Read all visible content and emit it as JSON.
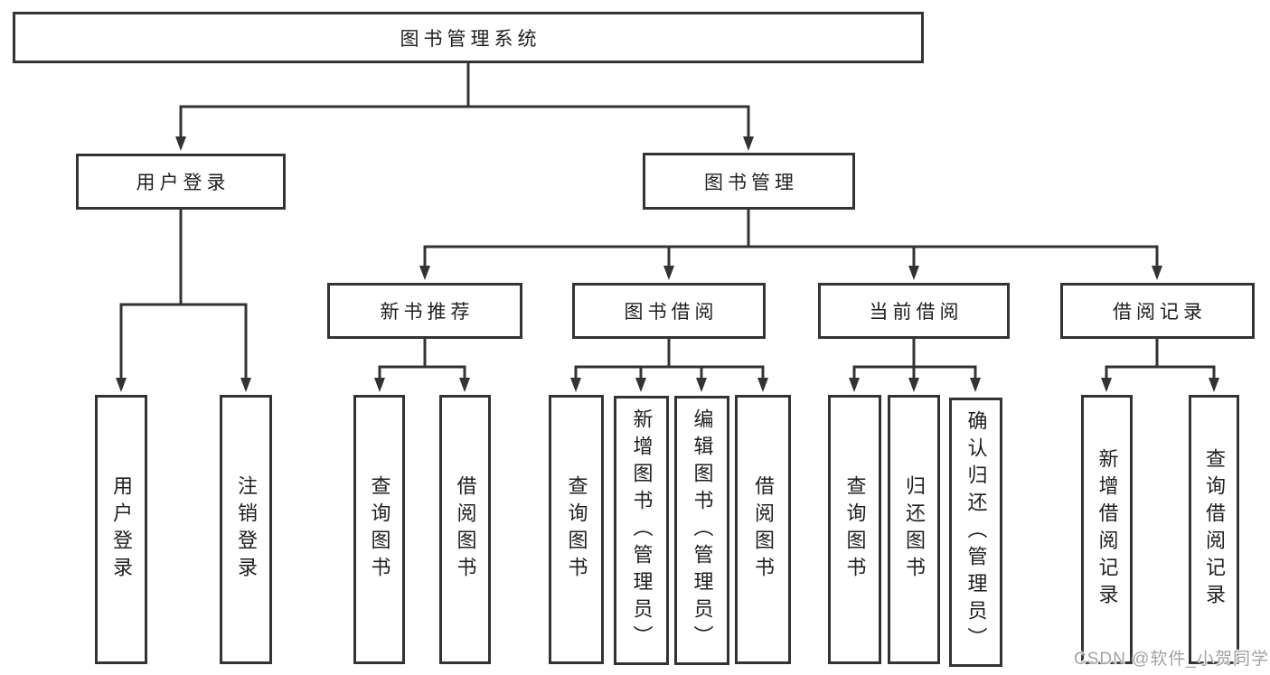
{
  "diagram": {
    "root": {
      "label": "图书管理系统"
    },
    "level2": [
      {
        "label": "用户登录"
      },
      {
        "label": "图书管理"
      }
    ],
    "level3": [
      {
        "label": "新书推荐",
        "parent": "图书管理"
      },
      {
        "label": "图书借阅",
        "parent": "图书管理"
      },
      {
        "label": "当前借阅",
        "parent": "图书管理"
      },
      {
        "label": "借阅记录",
        "parent": "图书管理"
      }
    ],
    "leaves": [
      {
        "label": "用户登录",
        "parent": "用户登录"
      },
      {
        "label": "注销登录",
        "parent": "用户登录"
      },
      {
        "label": "查询图书",
        "parent": "新书推荐"
      },
      {
        "label": "借阅图书",
        "parent": "新书推荐"
      },
      {
        "label": "查询图书",
        "parent": "图书借阅"
      },
      {
        "label": "新增图书（管理员）",
        "parent": "图书借阅"
      },
      {
        "label": "编辑图书（管理员）",
        "parent": "图书借阅"
      },
      {
        "label": "借阅图书",
        "parent": "图书借阅"
      },
      {
        "label": "查询图书",
        "parent": "当前借阅"
      },
      {
        "label": "归还图书",
        "parent": "当前借阅"
      },
      {
        "label": "确认归还（管理员）",
        "parent": "当前借阅"
      },
      {
        "label": "新增借阅记录",
        "parent": "借阅记录"
      },
      {
        "label": "查询借阅记录",
        "parent": "借阅记录"
      }
    ],
    "watermark": "CSDN @软件_小贺同学",
    "colors": {
      "line": "#333333",
      "box_border": "#333333",
      "text": "#1f1f1f",
      "background": "#ffffff",
      "watermark": "#a3a3a3"
    }
  }
}
